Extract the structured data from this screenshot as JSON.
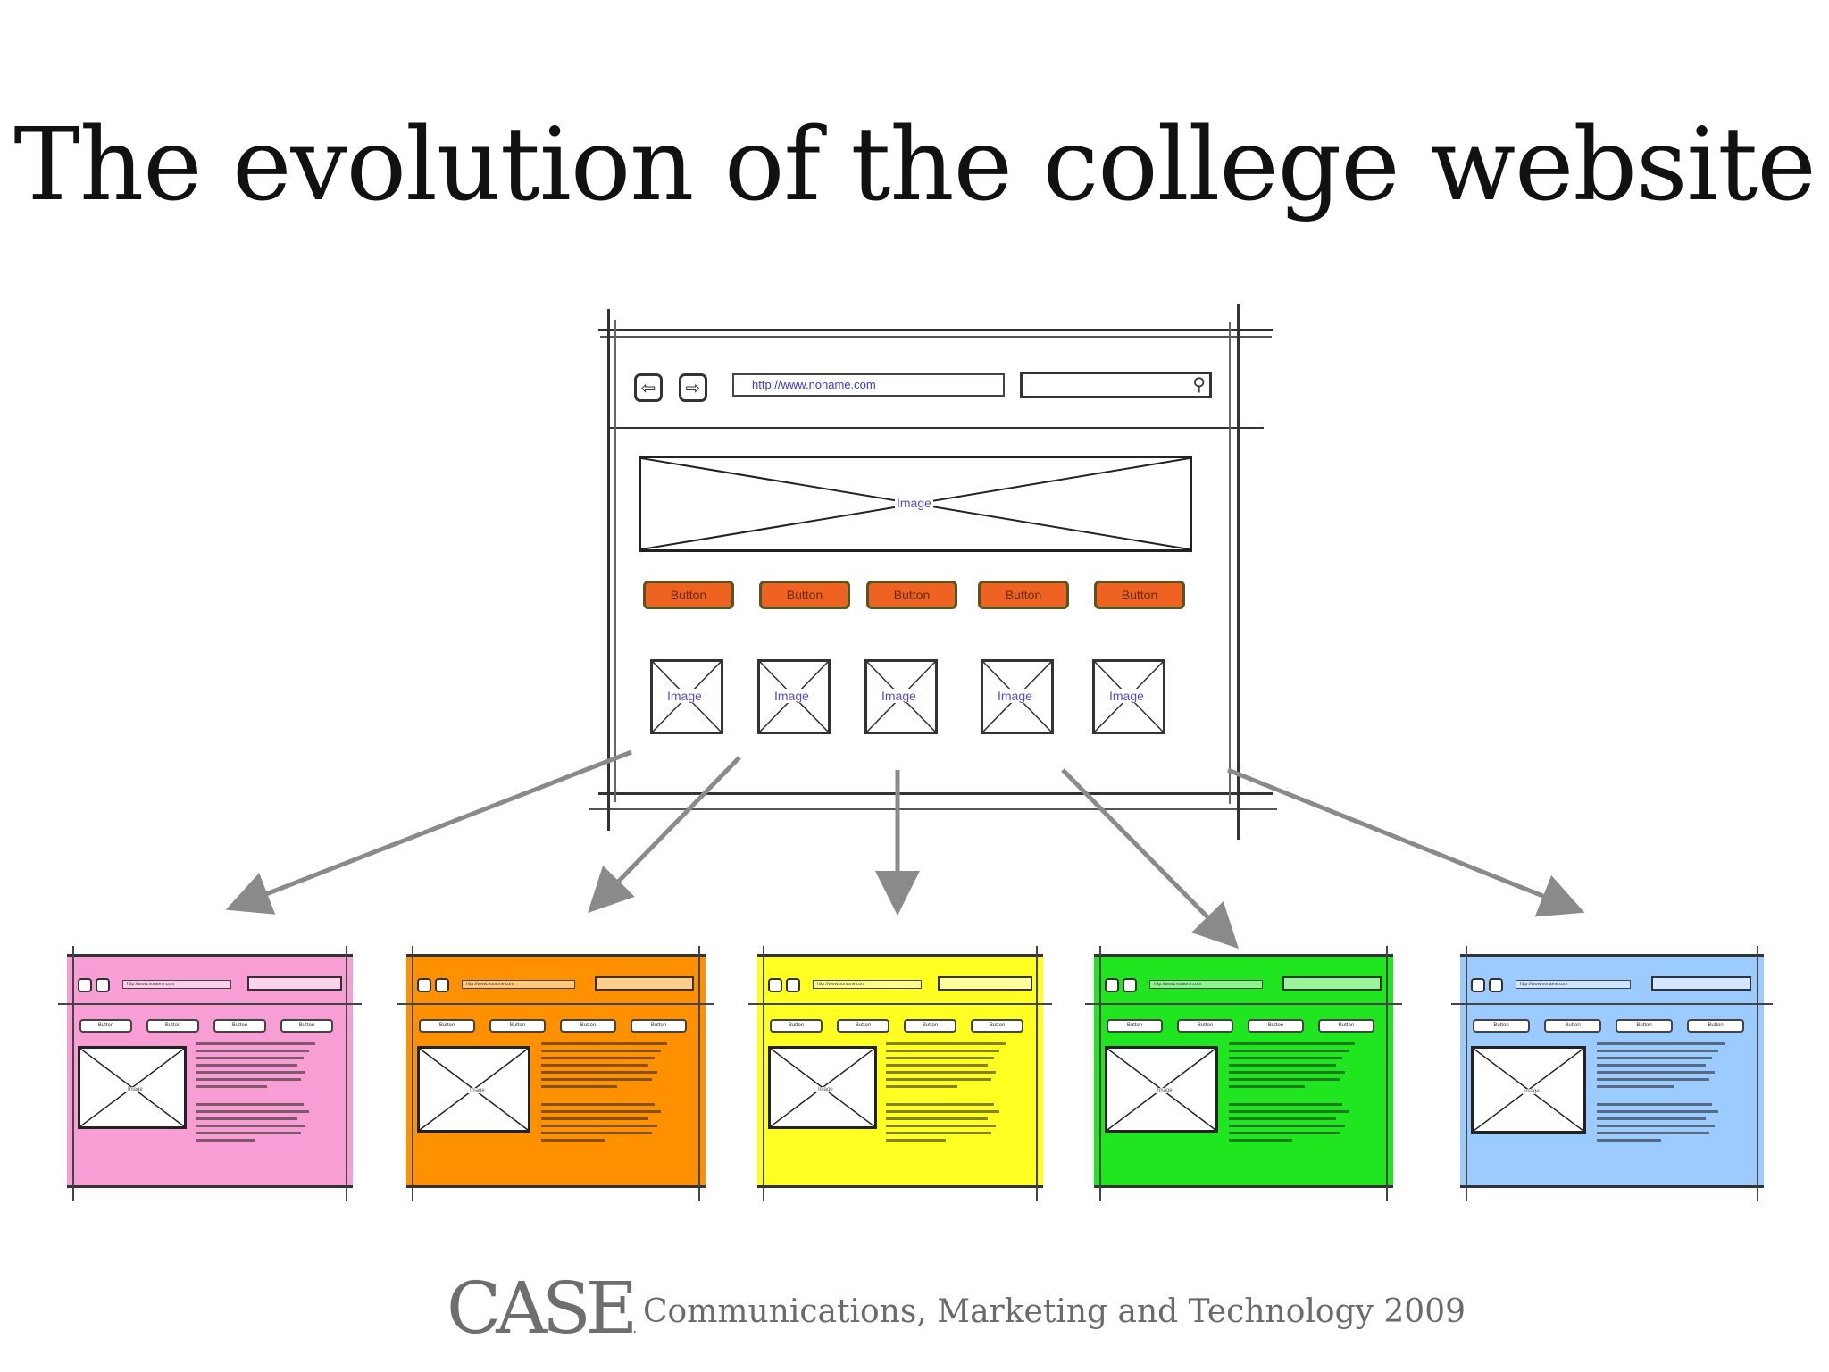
{
  "slide": {
    "title": "The evolution of the college website"
  },
  "main_browser": {
    "url": "http://www.noname.com",
    "back_icon": "back-arrow-icon",
    "forward_icon": "forward-arrow-icon",
    "search_icon": "magnifier-icon",
    "hero_image_label": "Image",
    "button_color": "#ee6222",
    "buttons": [
      "Button",
      "Button",
      "Button",
      "Button",
      "Button"
    ],
    "thumbnails": [
      "Image",
      "Image",
      "Image",
      "Image",
      "Image"
    ]
  },
  "variants": [
    {
      "color": "#f79fd4",
      "url": "http://www.noname.com",
      "buttons": [
        "Button",
        "Button",
        "Button",
        "Button"
      ],
      "image_label": "Image"
    },
    {
      "color": "#ff9100",
      "url": "http://www.noname.com",
      "buttons": [
        "Button",
        "Button",
        "Button",
        "Button"
      ],
      "image_label": "Image"
    },
    {
      "color": "#ffff22",
      "url": "http://www.noname.com",
      "buttons": [
        "Button",
        "Button",
        "Button",
        "Button"
      ],
      "image_label": "Image"
    },
    {
      "color": "#1fe61f",
      "url": "http://www.noname.com",
      "buttons": [
        "Button",
        "Button",
        "Button",
        "Button"
      ],
      "image_label": "Image"
    },
    {
      "color": "#9ccbff",
      "url": "http://www.noname.com",
      "buttons": [
        "Button",
        "Button",
        "Button",
        "Button"
      ],
      "image_label": "Image"
    }
  ],
  "arrow_color": "#8a8a8a",
  "footer": {
    "logo": "CASE",
    "tagline": "Communications, Marketing and Technology 2009"
  }
}
